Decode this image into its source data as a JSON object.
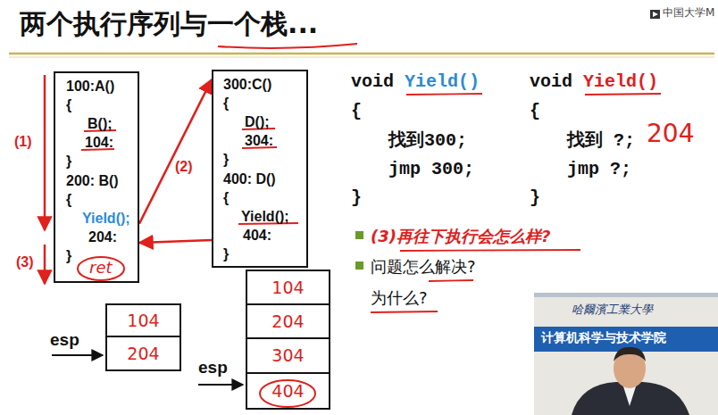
{
  "diagram": {
    "title": "两个执行序列与一个栈...",
    "nodes": [
      {
        "text": [
          "100:A()",
          "{",
          "B();",
          "104:",
          "}",
          "200: B()",
          "{",
          "Yield();",
          "204:",
          "}"
        ]
      },
      {
        "text": [
          "300:C()",
          "{",
          "D();",
          "304:",
          "}",
          "400: D()",
          "{",
          "Yield();",
          "404:",
          "}"
        ]
      },
      {
        "text": [
          "104"
        ]
      },
      {
        "text": [
          "204"
        ]
      },
      {
        "text": [
          "104"
        ]
      },
      {
        "text": [
          "204"
        ]
      },
      {
        "text": [
          "304"
        ]
      },
      {
        "text": [
          "404"
        ]
      }
    ],
    "edges": [
      {
        "from": 0,
        "to": 1,
        "arrow": "to"
      },
      {
        "from": 1,
        "to": 0,
        "arrow": "to"
      }
    ],
    "labels": [
      "中国大学M",
      "(1)",
      "(2)",
      "(3)",
      "ret",
      "void",
      "Yield()",
      "{",
      "找到300;",
      "jmp 300;",
      "}",
      "void",
      "Yield()",
      "{",
      "找到 ?;",
      "204",
      "jmp ?;",
      "}",
      "(3)再往下执行会怎么样?",
      "问题怎么解决?",
      "为什么?",
      "esp",
      "esp",
      "哈爾濱工業大學",
      "计算机科学与技术学院"
    ]
  }
}
